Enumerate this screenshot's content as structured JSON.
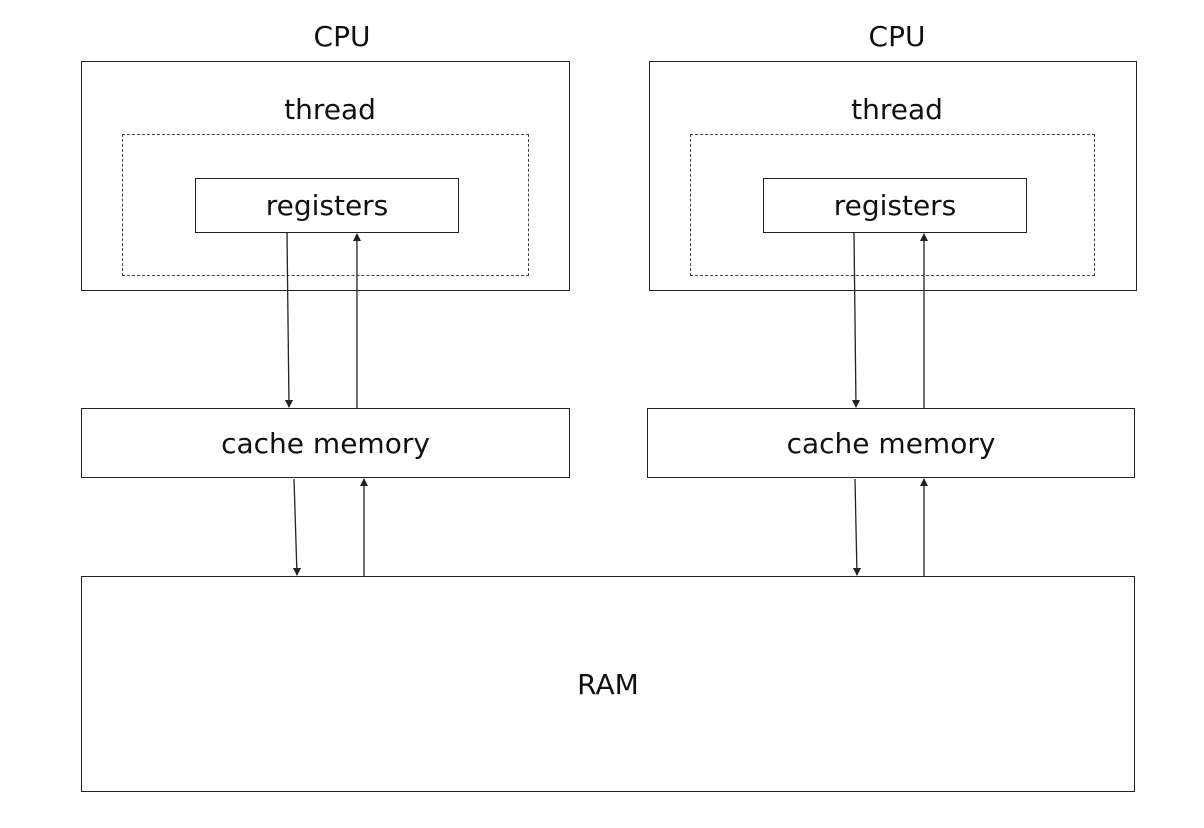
{
  "cpus": [
    {
      "cpu_label": "CPU",
      "thread_label": "thread",
      "registers_label": "registers",
      "cache_label": "cache memory"
    },
    {
      "cpu_label": "CPU",
      "thread_label": "thread",
      "registers_label": "registers",
      "cache_label": "cache memory"
    }
  ],
  "ram_label": "RAM",
  "colors": {
    "line": "#222222",
    "dashed": "#444444",
    "text": "#111111",
    "background": "#ffffff"
  }
}
